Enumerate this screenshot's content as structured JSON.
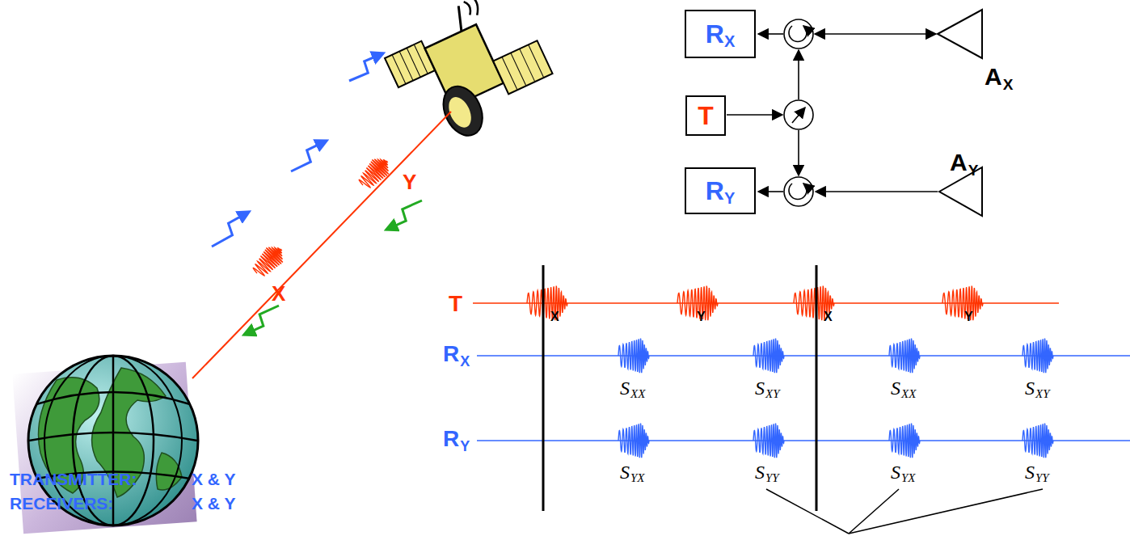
{
  "diagram": {
    "nodes": [
      {
        "text": [
          "R",
          "X"
        ]
      },
      {
        "text": [
          "T"
        ]
      },
      {
        "text": [
          "R",
          "Y"
        ]
      }
    ],
    "labels": [
      "X",
      "Y",
      "TRANSMITTER:",
      "X & Y",
      "RECEIVERS:",
      "X & Y",
      "A",
      "X",
      "A",
      "Y",
      "T",
      "R",
      "X",
      "R",
      "Y",
      "X",
      "Y",
      "X",
      "Y",
      "S",
      "XX",
      "S",
      "XY",
      "S",
      "XX",
      "S",
      "XY",
      "S",
      "YX",
      "S",
      "YY",
      "S",
      "YX",
      "S",
      "YY"
    ]
  }
}
